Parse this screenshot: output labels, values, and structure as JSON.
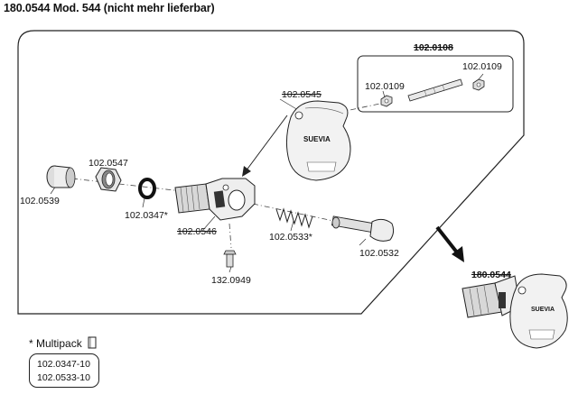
{
  "title": "180.0544 Mod. 544 (nicht mehr lieferbar)",
  "parts": {
    "p0108": "102.0108",
    "p0109_right": "102.0109",
    "p0109_left": "102.0109",
    "p0545": "102.0545",
    "p0547": "102.0547",
    "p0539": "102.0539",
    "p0347": "102.0347*",
    "p0546": "102.0546",
    "p0533": "102.0533*",
    "p0532": "102.0532",
    "p0949": "132.0949",
    "p0544": "180.0544"
  },
  "brand": "SUEVIA",
  "multipack": {
    "label": "* Multipack",
    "items": [
      "102.0347-10",
      "102.0533-10"
    ]
  }
}
